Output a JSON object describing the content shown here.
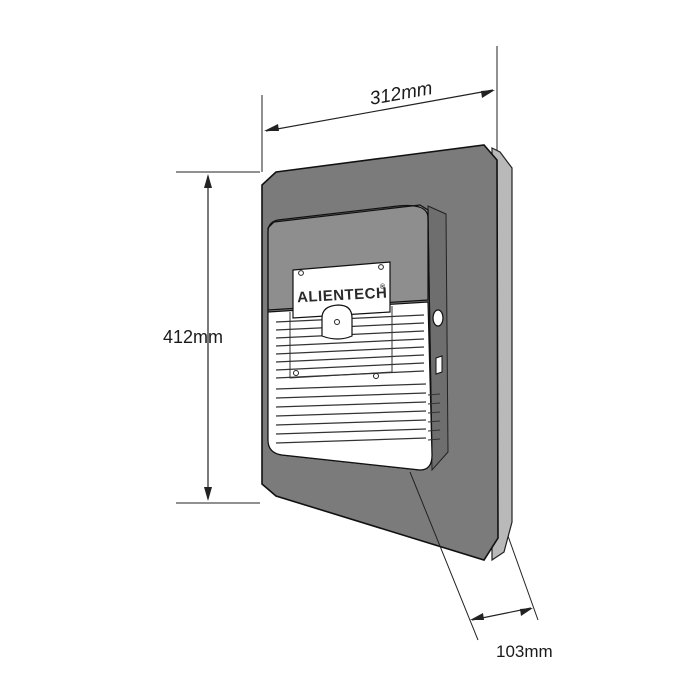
{
  "dimensions": {
    "width": "312mm",
    "height": "412mm",
    "depth": "103mm"
  },
  "device": {
    "brand": "ALIENTECH",
    "brand_mark": "®"
  },
  "colors": {
    "panel": "#7b7b7b",
    "panel_edge": "#a0a0a0",
    "grille": "#ffffff",
    "line": "#111111"
  }
}
